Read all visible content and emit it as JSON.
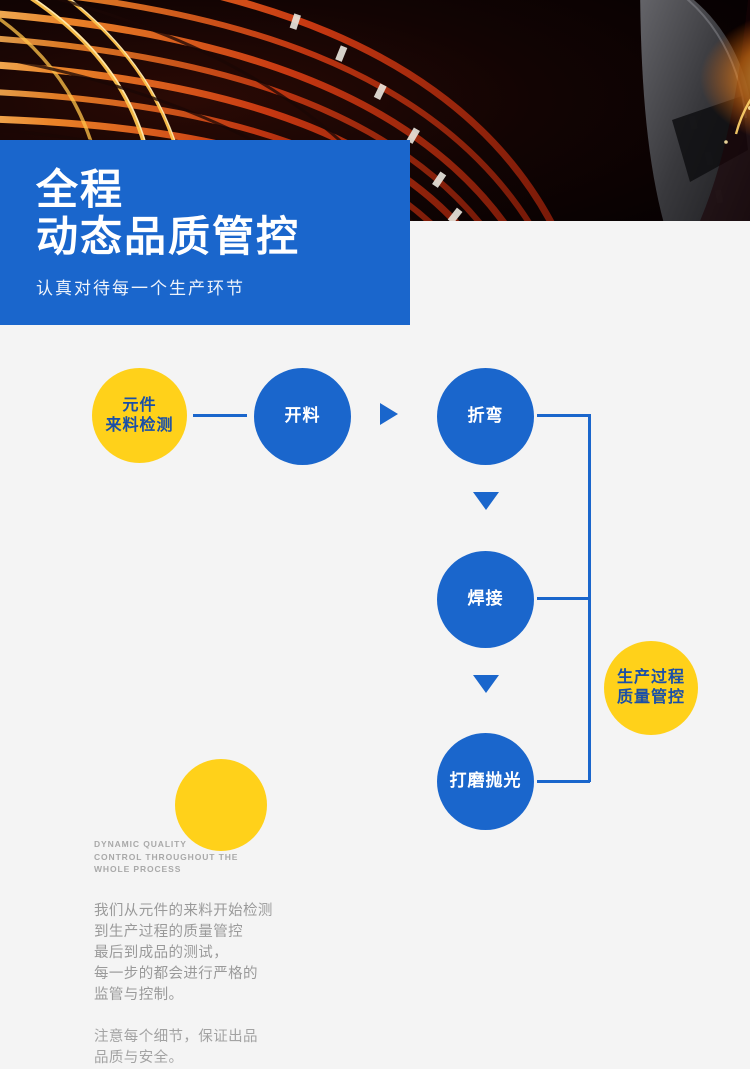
{
  "banner": {
    "alt": "coil-winding-machine-photo",
    "colors": {
      "dark": "#0a0204",
      "wire": "#d83a15",
      "glow": "#ffb733",
      "spark": "#fff2b0"
    }
  },
  "title_block": {
    "line1": "全程",
    "line2": "动态品质管控",
    "subtitle": "认真对待每一个生产环节",
    "background": "#1a66cc",
    "text_color": "#ffffff"
  },
  "description": {
    "english": [
      "DYNAMIC QUALITY",
      "CONTROL THROUGHOUT THE",
      "WHOLE PROCESS"
    ],
    "paragraph1": [
      "我们从元件的来料开始检测",
      "到生产过程的质量管控",
      "最后到成品的测试，",
      "每一步的都会进行严格的",
      "监管与控制。"
    ],
    "paragraph2": [
      "注意每个细节，保证出品",
      "品质与安全。"
    ]
  },
  "flow": {
    "nodes": [
      {
        "id": "incoming-inspection",
        "lines": [
          "元件",
          "来料检测"
        ],
        "style": "yellow"
      },
      {
        "id": "cutting",
        "lines": [
          "开料"
        ],
        "style": "blue"
      },
      {
        "id": "bending",
        "lines": [
          "折弯"
        ],
        "style": "blue"
      },
      {
        "id": "welding",
        "lines": [
          "焊接"
        ],
        "style": "blue"
      },
      {
        "id": "grinding-polishing",
        "lines": [
          "打磨抛光"
        ],
        "style": "blue"
      },
      {
        "id": "process-qc",
        "lines": [
          "生产过程",
          "质量管控"
        ],
        "style": "yellow"
      },
      {
        "id": "next-stage",
        "lines": [],
        "style": "yellow"
      }
    ],
    "colors": {
      "blue": "#1a66cc",
      "yellow": "#ffd11a",
      "yellow_text": "#1a4fa8",
      "line": "#1a66cc"
    },
    "connector_icons": [
      "arrow-right-triangle",
      "arrow-down-triangle",
      "arrow-down-triangle",
      "bracket-line"
    ]
  },
  "page": {
    "background": "#f4f4f4"
  }
}
